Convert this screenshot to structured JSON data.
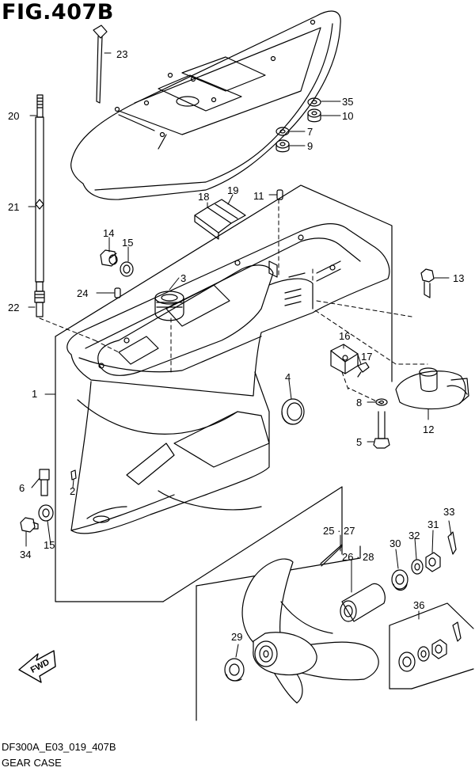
{
  "figure": {
    "title": "FIG.407B",
    "drawing_code": "DF300A_E03_019_407B",
    "caption": "GEAR CASE"
  },
  "direction_marker": "FWD",
  "callouts": [
    {
      "id": "c1",
      "label": "1"
    },
    {
      "id": "c2",
      "label": "2"
    },
    {
      "id": "c3",
      "label": "3"
    },
    {
      "id": "c4",
      "label": "4"
    },
    {
      "id": "c5",
      "label": "5"
    },
    {
      "id": "c6",
      "label": "6"
    },
    {
      "id": "c7",
      "label": "7"
    },
    {
      "id": "c8",
      "label": "8"
    },
    {
      "id": "c9",
      "label": "9"
    },
    {
      "id": "c10",
      "label": "10"
    },
    {
      "id": "c11",
      "label": "11"
    },
    {
      "id": "c12",
      "label": "12"
    },
    {
      "id": "c13",
      "label": "13"
    },
    {
      "id": "c14",
      "label": "14"
    },
    {
      "id": "c15a",
      "label": "15"
    },
    {
      "id": "c15b",
      "label": "15"
    },
    {
      "id": "c16",
      "label": "16"
    },
    {
      "id": "c17",
      "label": "17"
    },
    {
      "id": "c18",
      "label": "18"
    },
    {
      "id": "c19",
      "label": "19"
    },
    {
      "id": "c20",
      "label": "20"
    },
    {
      "id": "c21",
      "label": "21"
    },
    {
      "id": "c22",
      "label": "22"
    },
    {
      "id": "c23",
      "label": "23"
    },
    {
      "id": "c24",
      "label": "24"
    },
    {
      "id": "c2527",
      "label": "25 · 27"
    },
    {
      "id": "c2628",
      "label": "26 · 28"
    },
    {
      "id": "c29",
      "label": "29"
    },
    {
      "id": "c30",
      "label": "30"
    },
    {
      "id": "c31",
      "label": "31"
    },
    {
      "id": "c32",
      "label": "32"
    },
    {
      "id": "c33",
      "label": "33"
    },
    {
      "id": "c34",
      "label": "34"
    },
    {
      "id": "c35",
      "label": "35"
    },
    {
      "id": "c36",
      "label": "36"
    }
  ]
}
